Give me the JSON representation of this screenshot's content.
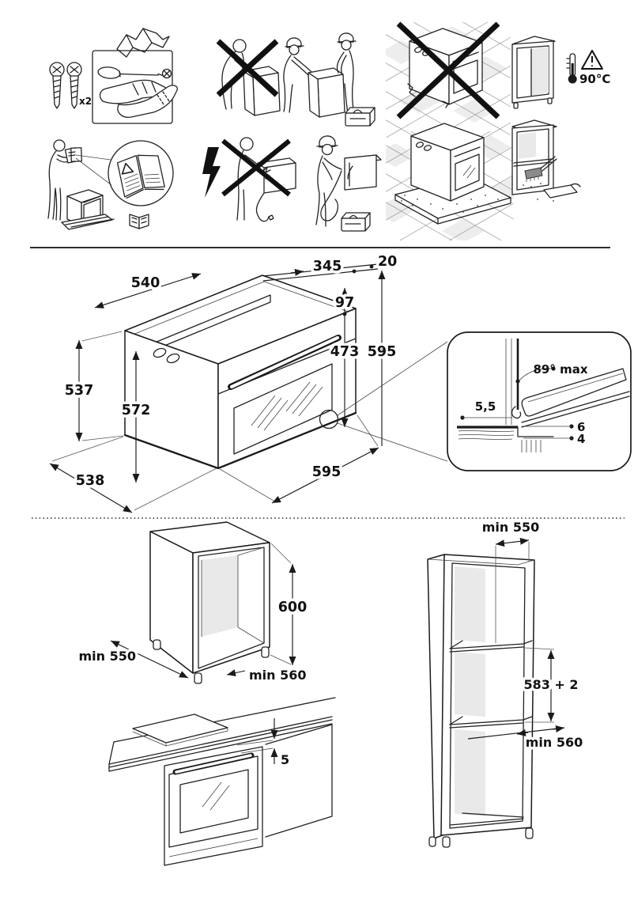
{
  "colors": {
    "ink": "#1a1a1a",
    "panel_shade": "#e9e9e9",
    "tile_shade": "#ededed"
  },
  "icons": {
    "parts": [
      "screw-icon",
      "mounting-bracket-icon",
      "screwdriver-icon",
      "phillips-bit-icon",
      "gloves-icon"
    ],
    "handling": [
      "prohibition-cross-icon",
      "worker-icon",
      "toolbox-icon"
    ],
    "placement": [
      "tile-floor-icon",
      "oven-icon",
      "cabinet-icon",
      "thermometer-icon",
      "warning-triangle-icon",
      "protective-pad-icon",
      "brush-icon",
      "dustpan-icon"
    ],
    "documentation": [
      "reader-icon",
      "open-manual-icon",
      "book-icon"
    ],
    "electrical": [
      "lightning-icon",
      "electrician-icon"
    ]
  },
  "pictograms": {
    "parts": {
      "screw_count": "x2"
    },
    "temperature": {
      "max_temp": "90°C"
    }
  },
  "oven": {
    "top_width": "540",
    "top_depth": "345",
    "rear_offset": "20",
    "panel_height": "97",
    "door_height": "473",
    "total_height": "595",
    "side_height": "537",
    "body_height": "572",
    "body_depth": "538",
    "front_width": "595"
  },
  "detail": {
    "max_angle": "89° max",
    "gap": "5,5",
    "upper_clearance": "6",
    "lower_clearance": "4"
  },
  "base_cabinet": {
    "depth": "min 550",
    "width": "min 560",
    "height": "600"
  },
  "undercounter": {
    "gap": "5"
  },
  "tall_cabinet": {
    "top_depth": "min 550",
    "niche_height": "583 + 2",
    "shelf_depth": "min 560"
  }
}
